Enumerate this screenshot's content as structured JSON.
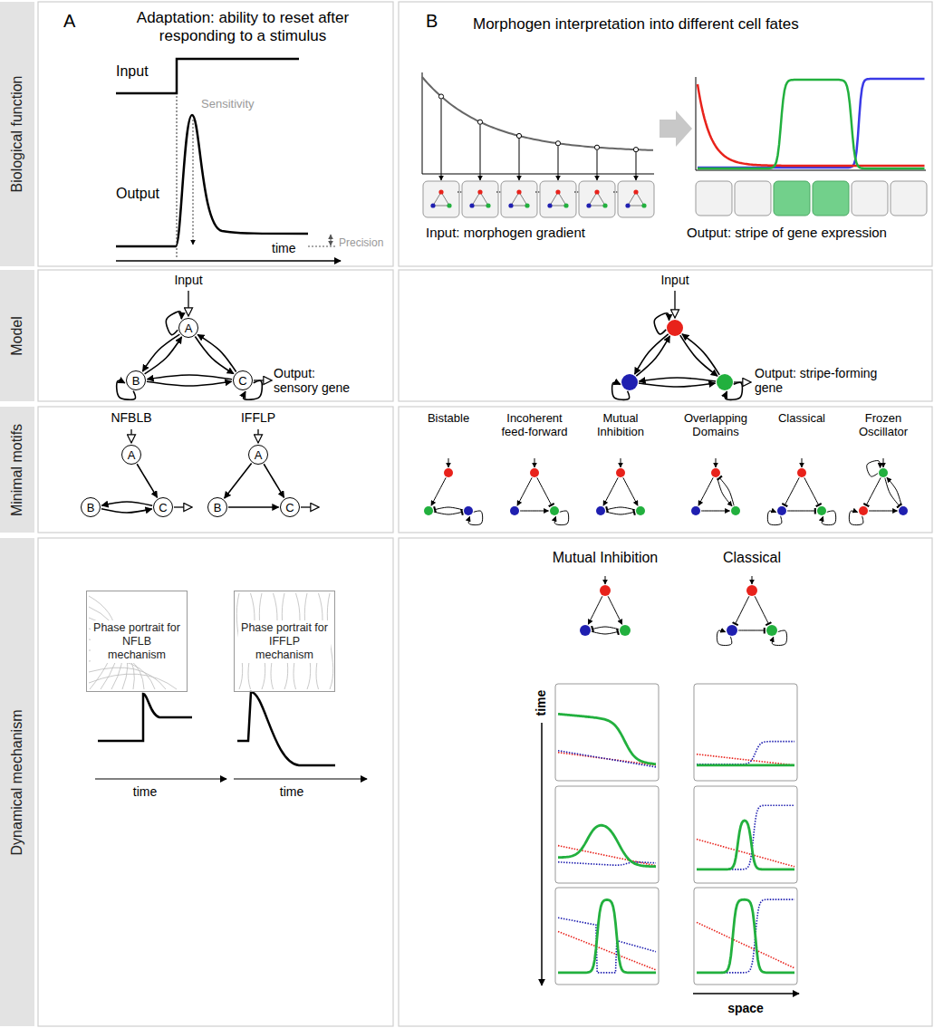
{
  "diagram": {
    "nodes": [
      {
        "text": [
          "Biological function"
        ]
      },
      {
        "text": [
          "Model"
        ]
      },
      {
        "text": [
          "Minimal motifs"
        ]
      },
      {
        "text": [
          "Dynamical mechanism"
        ]
      },
      {
        "text": [
          "A"
        ]
      },
      {
        "text": [
          "B"
        ]
      },
      {
        "text": [
          "C"
        ]
      },
      {
        "text": [
          "A"
        ]
      },
      {
        "text": [
          "B"
        ]
      },
      {
        "text": [
          "C"
        ]
      },
      {
        "text": [
          "A"
        ]
      },
      {
        "text": [
          "B"
        ]
      },
      {
        "text": [
          "C"
        ]
      },
      {
        "text": [
          "Phase portrait for NFLB mechanism"
        ]
      },
      {
        "text": [
          "Phase portrait for IFFLP mechanism"
        ]
      }
    ],
    "edges": [
      {
        "from": 4,
        "to": 4,
        "arrow": "to"
      },
      {
        "from": 5,
        "to": 5,
        "arrow": "to"
      },
      {
        "from": 6,
        "to": 6,
        "arrow": "to"
      },
      {
        "from": 4,
        "to": 5,
        "arrow": "to"
      },
      {
        "from": 5,
        "to": 4,
        "arrow": "to"
      },
      {
        "from": 4,
        "to": 6,
        "arrow": "to"
      },
      {
        "from": 6,
        "to": 4,
        "arrow": "to"
      },
      {
        "from": 5,
        "to": 6,
        "arrow": "to"
      },
      {
        "from": 6,
        "to": 5,
        "arrow": "to"
      },
      {
        "from": 7,
        "to": 9,
        "arrow": "to"
      },
      {
        "from": 9,
        "to": 8,
        "arrow": "to"
      },
      {
        "from": 8,
        "to": 9,
        "arrow": "to"
      },
      {
        "from": 10,
        "to": 11,
        "arrow": "to"
      },
      {
        "from": 10,
        "to": 12,
        "arrow": "to"
      },
      {
        "from": 11,
        "to": 12,
        "arrow": "to"
      }
    ],
    "labels": [
      "A",
      "Adaptation: ability to reset after responding to a stimulus",
      "Input",
      "Output",
      "Sensitivity",
      "Precision",
      "time",
      "B",
      "Morphogen interpretation into different cell fates",
      "Input: morphogen gradient",
      "Output: stripe of gene expression",
      "Input",
      "Output: sensory gene",
      "Input",
      "Output: stripe-forming gene",
      "NFBLB",
      "IFFLP",
      "Bistable",
      "Incoherent feed-forward",
      "Mutual Inhibition",
      "Overlapping Domains",
      "Classical",
      "Frozen Oscillator",
      "time",
      "time",
      "Mutual Inhibition",
      "Classical",
      "time",
      "space"
    ]
  }
}
